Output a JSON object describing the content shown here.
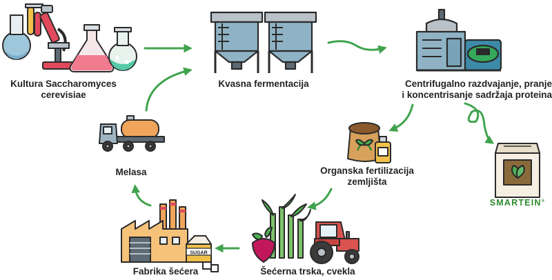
{
  "nodes": {
    "kultura": {
      "line1": "Kultura Saccharomyces",
      "line2": "cerevisiae"
    },
    "kvasna": {
      "line1": "Kvasna fermentacija"
    },
    "centrifugalno": {
      "line1": "Centrifugalno razdvajanje, pranje",
      "line2": "i koncentrisanje sadržaja proteina"
    },
    "organska": {
      "line1": "Organska fertilizacija",
      "line2": "zemljišta"
    },
    "melasa": {
      "line1": "Melasa"
    },
    "fabrika": {
      "line1": "Fabrika šećera"
    },
    "secerna": {
      "line1": "Šećerna trska, cvekla"
    }
  },
  "brand": {
    "name": "SMARTEIN",
    "reg": "®"
  },
  "factory_box": {
    "text": "SUGAR"
  },
  "colors": {
    "arrow": "#3fa34d",
    "text": "#222222",
    "brand": "#2e8a2e",
    "outline": "#2a2a2a"
  },
  "icons": [
    "microscope-icon",
    "flasks-icon",
    "fermentation-tanks-icon",
    "centrifuge-plant-icon",
    "fertilizer-bag-icon",
    "protein-bag-icon",
    "tanker-truck-icon",
    "sugar-factory-icon",
    "sugar-box-icon",
    "sugarcane-beet-icon",
    "tractor-icon"
  ]
}
